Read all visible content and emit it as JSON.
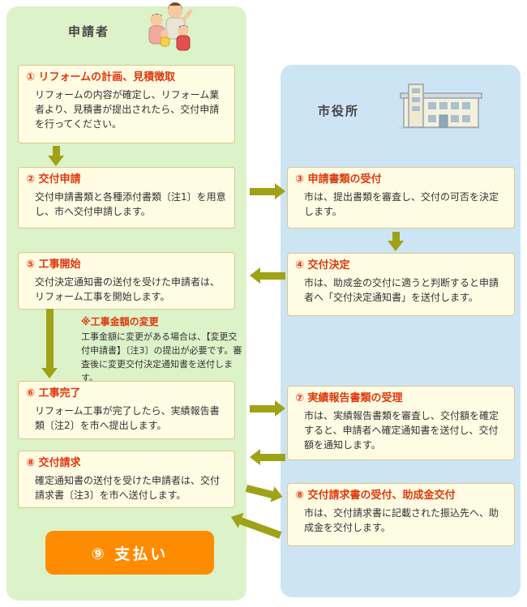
{
  "header": {
    "applicant": "申請者",
    "city_hall": "市役所"
  },
  "icons": {
    "family": "family-illustration",
    "city_hall_building": "city-hall-building-illustration"
  },
  "steps": {
    "plan": {
      "title": "① リフォームの計画、見積徴取",
      "body": "リフォームの内容が確定し、リフォーム業者より、見積書が提出されたら、交付申請を行ってください。"
    },
    "apply": {
      "title": "② 交付申請",
      "body": "交付申請書類と各種添付書類〔注1〕を用意し、市へ交付申請します。"
    },
    "receipt": {
      "title": "③ 申請書類の受付",
      "body": "市は、提出書類を審査し、交付の可否を決定します。"
    },
    "decision": {
      "title": "④ 交付決定",
      "body": "市は、助成金の交付に適うと判断すると申請者へ「交付決定通知書」を送付します。"
    },
    "start": {
      "title": "⑤ 工事開始",
      "body": "交付決定通知書の送付を受けた申請者は、リフォーム工事を開始します。"
    },
    "change_note": {
      "title": "※工事金額の変更",
      "body": "工事金額に変更がある場合は、【変更交付申請書】〔注3〕の提出が必要です。審査後に変更交付決定通知書を送付します。"
    },
    "complete": {
      "title": "⑥ 工事完了",
      "body": "リフォーム工事が完了したら、実績報告書類〔注2〕を市へ提出します。"
    },
    "report": {
      "title": "⑦ 実績報告書類の受理",
      "body": "市は、実績報告書類を審査し、交付額を確定すると、申請者へ確定通知書を送付し、交付額を通知します。"
    },
    "claim": {
      "title": "⑧ 交付請求",
      "body": "確定通知書の送付を受けた申請者は、交付請求書〔注3〕を市へ送付します。"
    },
    "grant": {
      "title": "⑧ 交付請求書の受付、助成金交付",
      "body": "市は、交付請求書に記載された振込先へ、助成金を交付します。"
    },
    "payment": {
      "label": "⑨ 支払い"
    }
  },
  "colors": {
    "left_panel": "#dcf2c9",
    "right_panel": "#cde4f5",
    "box_bg": "#fffce3",
    "box_border": "#d9c98e",
    "step_title": "#e0390e",
    "body_text": "#333333",
    "arrow": "#9fa216",
    "payment_bg": "#ff8c00"
  }
}
